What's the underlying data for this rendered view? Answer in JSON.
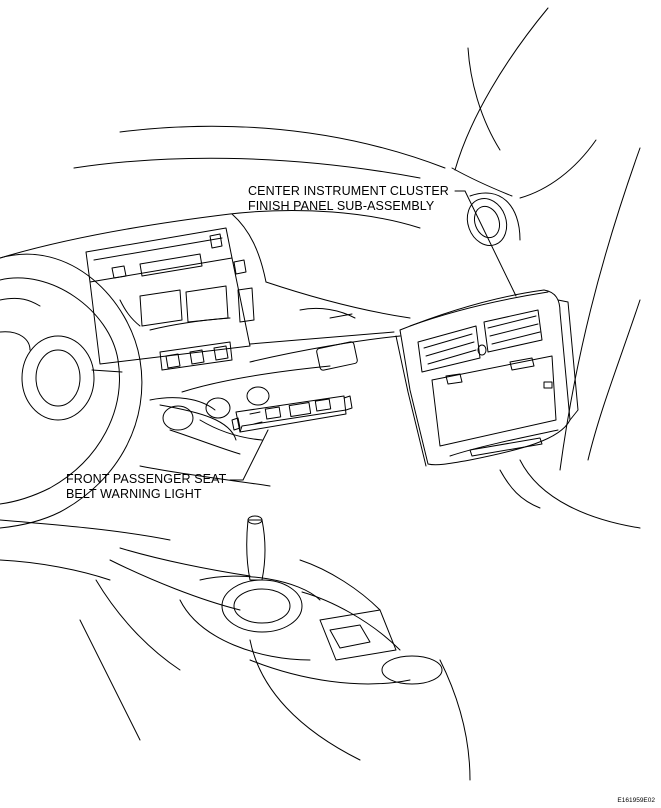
{
  "callouts": {
    "center_panel": {
      "line1": "CENTER INSTRUMENT CLUSTER",
      "line2": "FINISH PANEL SUB-ASSEMBLY"
    },
    "seat_belt_light": {
      "line1": "FRONT PASSENGER SEAT",
      "line2": "BELT WARNING LIGHT"
    }
  },
  "figure_code": "E161959E02",
  "colors": {
    "line": "#000000",
    "background": "#ffffff"
  }
}
